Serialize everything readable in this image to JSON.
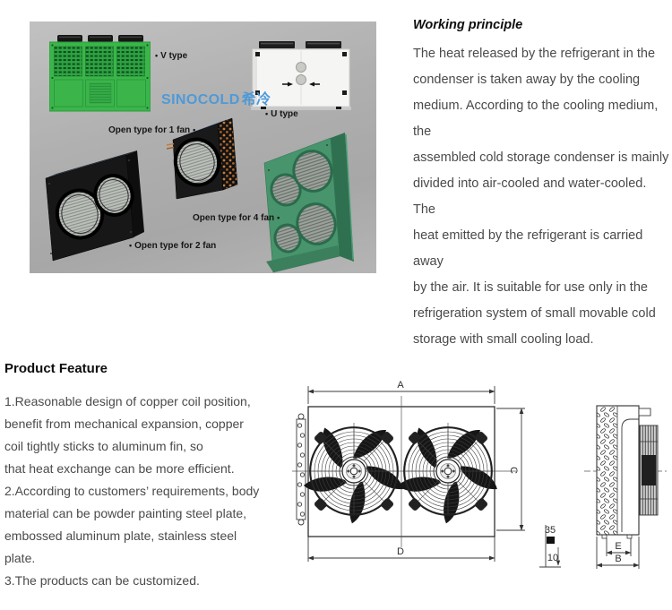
{
  "ui": {
    "bullet": "•"
  },
  "collage": {
    "logo": {
      "latin": "SINOCOLD",
      "cjk": "希冷",
      "color": "#4e9ad8"
    },
    "labels": {
      "v_type": "V type",
      "u_type": "U type",
      "open_1_fan": "Open type for 1 fan",
      "open_2_fan": "Open type for 2 fan",
      "open_4_fan": "Open type for 4 fan"
    }
  },
  "working_principle": {
    "title": "Working principle",
    "lines": [
      "The heat released by the refrigerant in the",
      "condenser is taken away by the cooling",
      "medium. According to the cooling medium, the",
      "assembled cold storage condenser is mainly",
      "divided into air-cooled and water-cooled. The",
      "heat emitted by the refrigerant is carried away",
      "by the air. It is suitable for use only in the",
      "refrigeration system of small movable cold",
      "storage with small cooling load."
    ]
  },
  "product_feature": {
    "title": "Product Feature",
    "lines": [
      "1.Reasonable design of copper coil position,",
      "benefit from mechanical expansion, copper",
      "coil tightly sticks to aluminum fin, so",
      "that heat exchange can be more efficient.",
      "2.According to customers’ requirements, body",
      "material can be powder painting steel plate,",
      "embossed aluminum plate, stainless steel",
      "plate.",
      "3.The products can be customized."
    ]
  },
  "drawing": {
    "dim_a": "A",
    "dim_b": "B",
    "dim_c": "C",
    "dim_d": "D",
    "dim_e": "E",
    "dim_35": "35",
    "dim_10": "10"
  },
  "colors": {
    "panel_gray": "#b0b0b0",
    "v_type_green": "#3bb54a",
    "four_fan_green": "#48946c",
    "logo_blue": "#4e9ad8",
    "copper": "#c87a3a",
    "body_text": "#4a4a4a"
  }
}
